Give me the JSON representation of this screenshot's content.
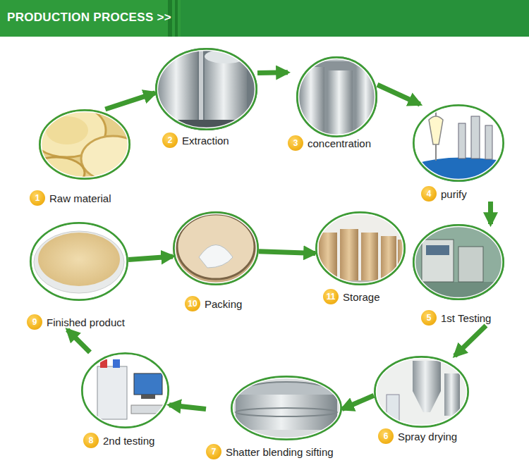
{
  "diagram": {
    "title": "PRODUCTION PROCESS >>",
    "nodes": [
      {
        "text": [
          "1",
          "Raw material"
        ]
      },
      {
        "text": [
          "2",
          "Extraction"
        ]
      },
      {
        "text": [
          "3",
          "concentration"
        ]
      },
      {
        "text": [
          "4",
          "purify"
        ]
      },
      {
        "text": [
          "5",
          "1st Testing"
        ]
      },
      {
        "text": [
          "6",
          "Spray drying"
        ]
      },
      {
        "text": [
          "7",
          "Shatter blending sifting"
        ]
      },
      {
        "text": [
          "8",
          "2nd testing"
        ]
      },
      {
        "text": [
          "9",
          "Finished product"
        ]
      },
      {
        "text": [
          "10",
          "Packing"
        ]
      },
      {
        "text": [
          "11",
          "Storage"
        ]
      }
    ],
    "edges": [
      {
        "from": 0,
        "to": 1,
        "arrow": "to"
      },
      {
        "from": 1,
        "to": 2,
        "arrow": "to"
      },
      {
        "from": 2,
        "to": 3,
        "arrow": "to"
      },
      {
        "from": 3,
        "to": 4,
        "arrow": "to"
      },
      {
        "from": 4,
        "to": 5,
        "arrow": "to"
      },
      {
        "from": 5,
        "to": 6,
        "arrow": "to"
      },
      {
        "from": 6,
        "to": 7,
        "arrow": "to"
      },
      {
        "from": 7,
        "to": 8,
        "arrow": "to"
      },
      {
        "from": 8,
        "to": 9,
        "arrow": "to"
      },
      {
        "from": 9,
        "to": 10,
        "arrow": "to"
      }
    ]
  }
}
